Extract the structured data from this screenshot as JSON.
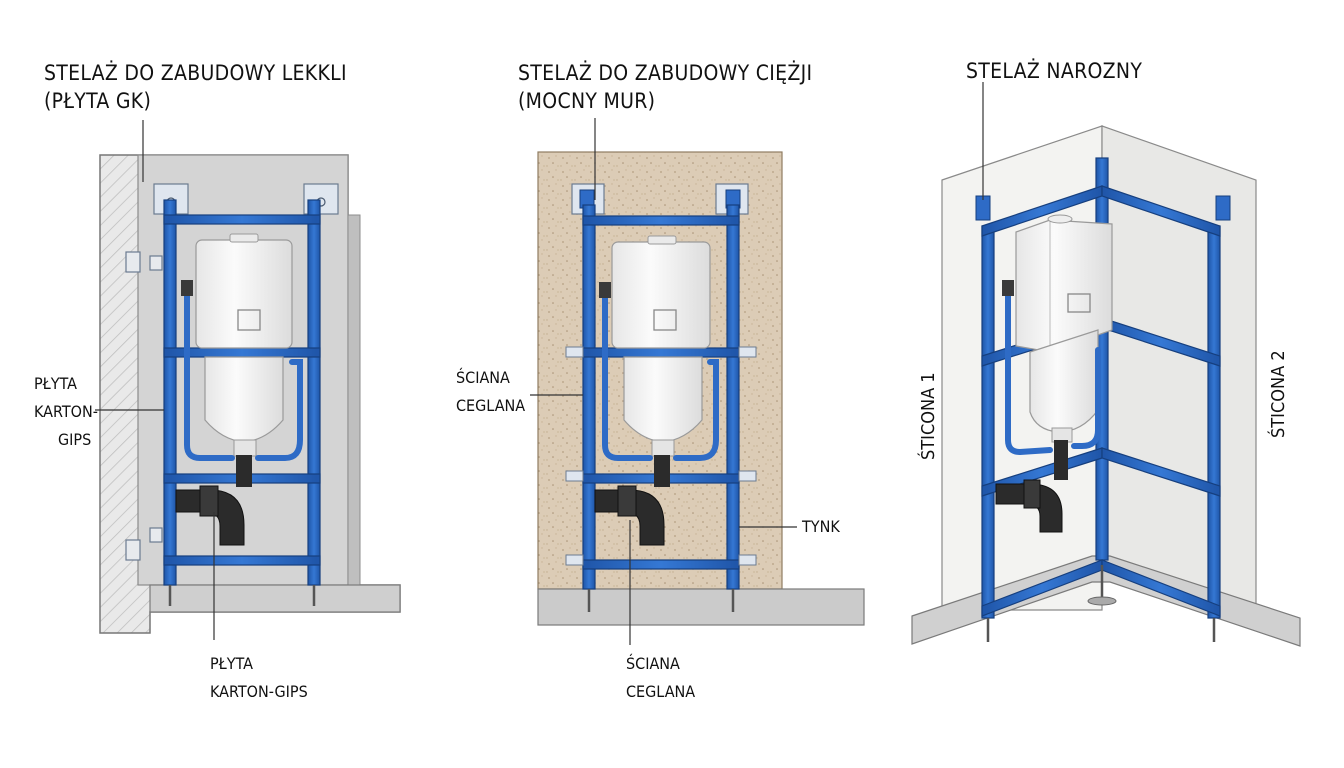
{
  "panels": {
    "light": {
      "title_line1": "STELAŻ DO ZABUDOWY LEKKLI",
      "title_line2": "(PŁYTA GK)",
      "side_label_line1": "PŁYTA",
      "side_label_line2": "KARTON-",
      "side_label_line3": "GIPS",
      "bottom_label_line1": "PŁYTA",
      "bottom_label_line2": "KARTON-GIPS"
    },
    "heavy": {
      "title_line1": "STELAŻ DO ZABUDOWY CIĘŻJI",
      "title_line2": "(MOCNY MUR)",
      "side_label_line1": "ŚCIANA",
      "side_label_line2": "CEGLANA",
      "right_label": "TYNK",
      "bottom_label_line1": "ŚCIANA",
      "bottom_label_line2": "CEGLANA"
    },
    "corner": {
      "title": "STELAŻ NAROZNY",
      "wall_left": "ŚTICONA 1",
      "wall_right": "ŚTICONA 2"
    }
  },
  "colors": {
    "frame_blue": "#2e6bc6",
    "frame_blue_dark": "#1d4f9c",
    "wall_gray": "#cfcfcf",
    "brick": "#dccbb4",
    "floor_gray": "#c8c8c8",
    "pipe_black": "#2b2b2b",
    "tank_white": "#f7f7f7"
  }
}
